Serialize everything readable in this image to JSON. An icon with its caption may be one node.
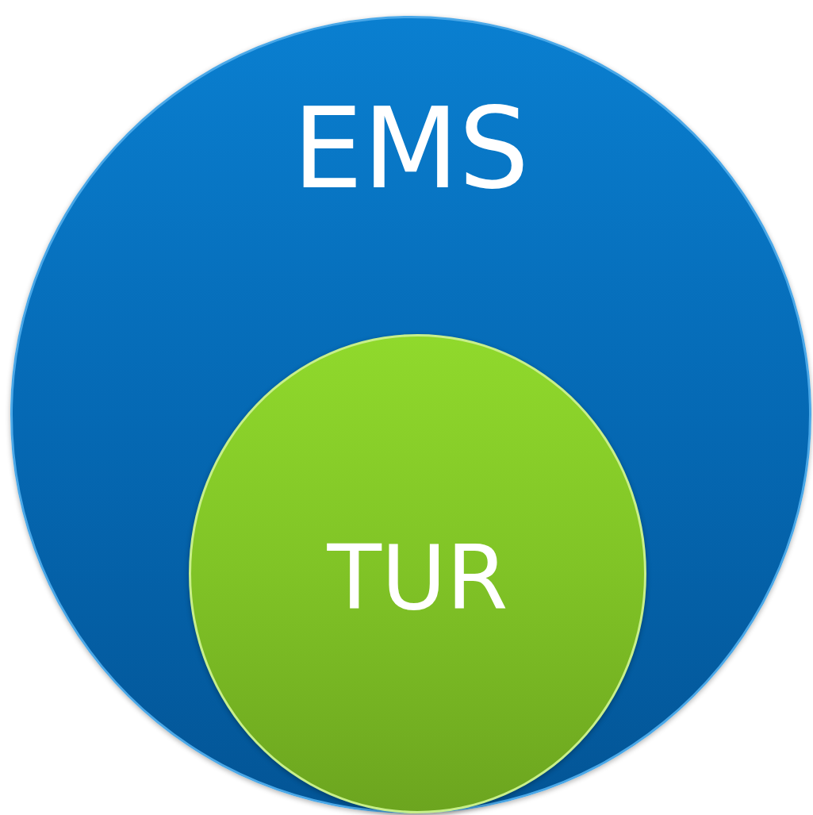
{
  "diagram": {
    "nodes": [
      {
        "text": [
          "EMS"
        ]
      },
      {
        "text": [
          "TUR"
        ],
        "in": 0
      }
    ]
  }
}
